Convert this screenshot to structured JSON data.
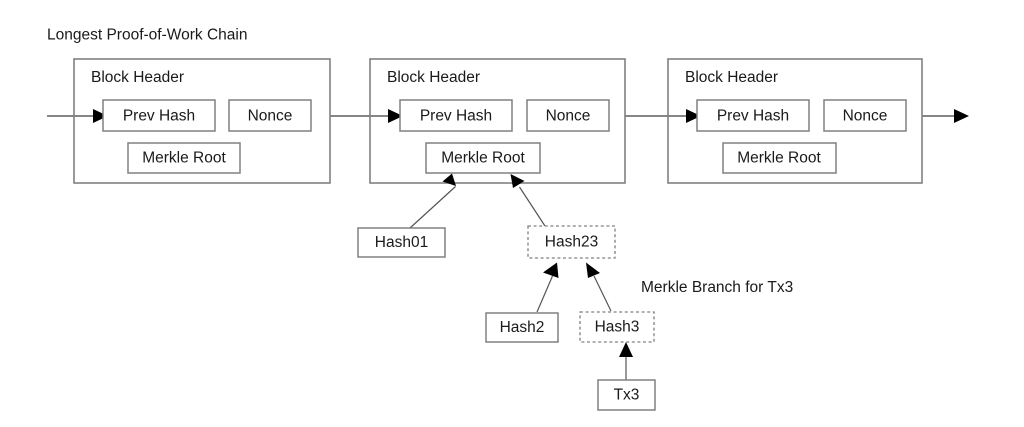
{
  "figure": {
    "title": "Longest Proof-of-Work Chain",
    "annotation": "Merkle Branch for Tx3",
    "background_color": "#ffffff",
    "border_color": "#808080",
    "text_color": "#1a1a1a",
    "arrow_color": "#000000"
  },
  "blocks": [
    {
      "id": "block-1",
      "header_label": "Block Header",
      "prev_hash_label": "Prev Hash",
      "nonce_label": "Nonce",
      "merkle_root_label": "Merkle Root"
    },
    {
      "id": "block-2",
      "header_label": "Block Header",
      "prev_hash_label": "Prev Hash",
      "nonce_label": "Nonce",
      "merkle_root_label": "Merkle Root"
    },
    {
      "id": "block-3",
      "header_label": "Block Header",
      "prev_hash_label": "Prev Hash",
      "nonce_label": "Nonce",
      "merkle_root_label": "Merkle Root"
    }
  ],
  "merkle_nodes": [
    {
      "id": "hash01",
      "label": "Hash01",
      "style": "solid"
    },
    {
      "id": "hash23",
      "label": "Hash23",
      "style": "dashed"
    },
    {
      "id": "hash2",
      "label": "Hash2",
      "style": "solid"
    },
    {
      "id": "hash3",
      "label": "Hash3",
      "style": "dashed"
    },
    {
      "id": "tx3",
      "label": "Tx3",
      "style": "solid"
    }
  ]
}
